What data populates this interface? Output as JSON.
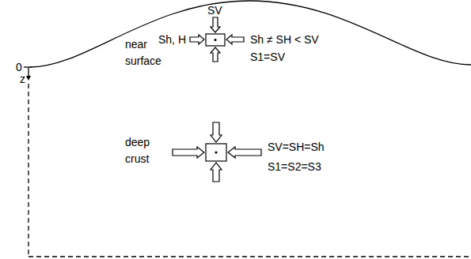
{
  "diagram": {
    "labels": [
      "0",
      "z",
      "SV",
      "near surface",
      "Sh, H",
      "Sh ≠ SH < SV",
      "S1=SV",
      "deep crust",
      "SV=SH=Sh",
      "S1=S2=S3"
    ]
  }
}
